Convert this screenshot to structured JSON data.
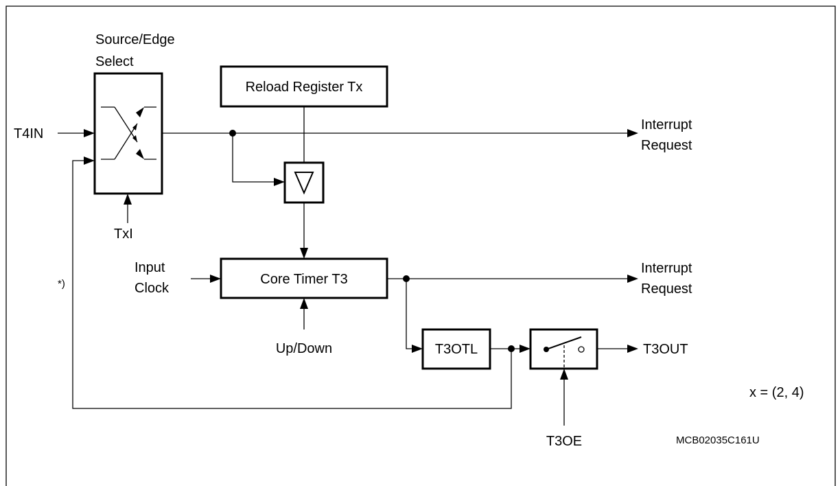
{
  "labels": {
    "source_edge_line1": "Source/Edge",
    "source_edge_line2": "Select",
    "t4in": "T4IN",
    "txi": "TxI",
    "reload_register": "Reload Register Tx",
    "interrupt_request_top_line1": "Interrupt",
    "interrupt_request_top_line2": "Request",
    "input_clock_line1": "Input",
    "input_clock_line2": "Clock",
    "core_timer": "Core Timer T3",
    "interrupt_request_mid_line1": "Interrupt",
    "interrupt_request_mid_line2": "Request",
    "up_down": "Up/Down",
    "t3otl": "T3OTL",
    "t3out": "T3OUT",
    "t3oe": "T3OE",
    "footnote_mark": "*)",
    "x_values": "x = (2, 4)",
    "figure_id": "MCB02035C161U"
  }
}
